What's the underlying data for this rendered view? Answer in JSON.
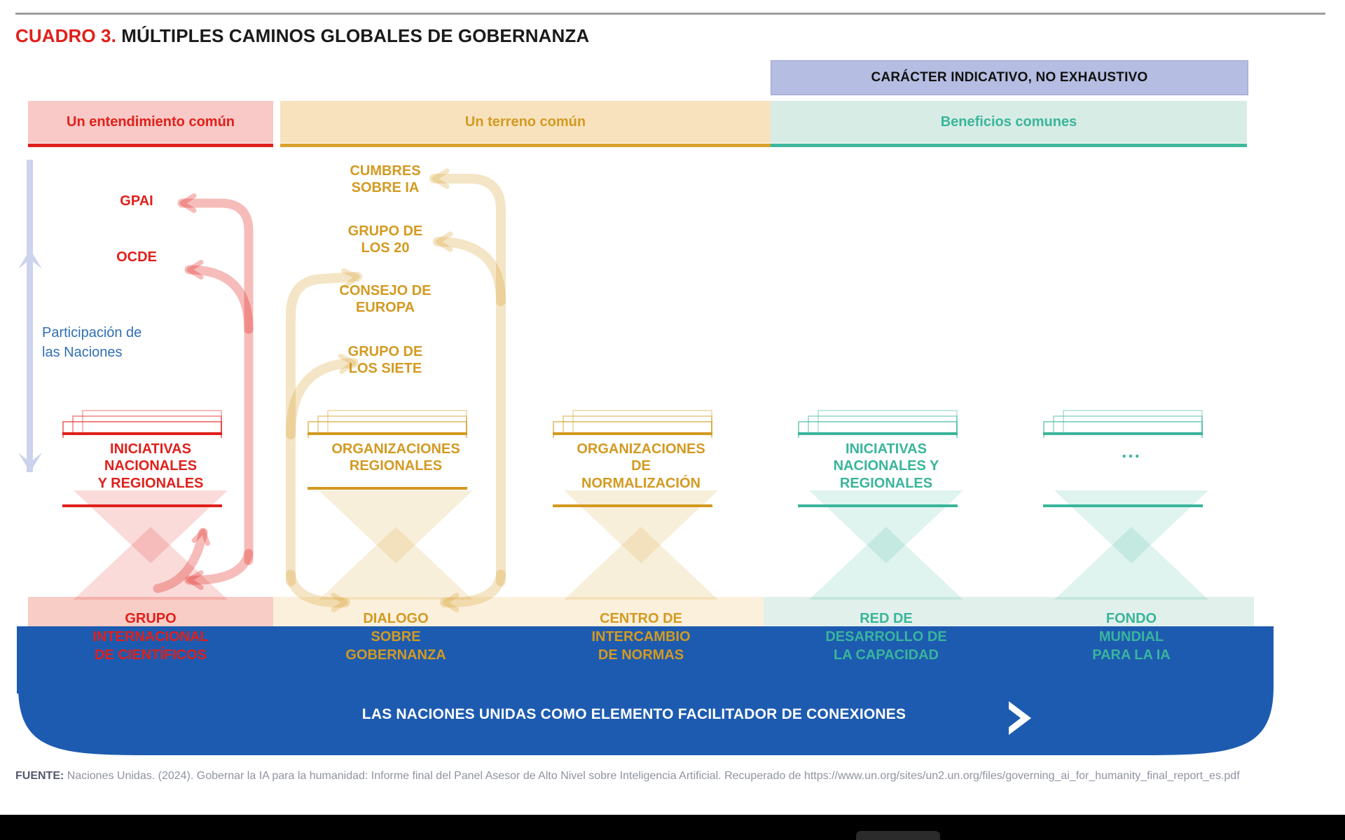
{
  "title": {
    "prefix": "CUADRO 3.",
    "rest": " MÚLTIPLES CAMINOS GLOBALES DE GOBERNANZA"
  },
  "indicative_banner": "CARÁCTER INDICATIVO, NO EXHAUSTIVO",
  "axis": {
    "label": "Participación de\nlas Naciones",
    "up_icon": "arrow-up-icon",
    "down_icon": "arrow-down-icon"
  },
  "column_headers": [
    {
      "label": "Un entendimiento común",
      "color": "#e0201b",
      "bg": "#f8c9c6"
    },
    {
      "label": "Un terreno común",
      "color": "#d39a21",
      "bg": "#f7e2bd"
    },
    {
      "label": "Beneficios comunes",
      "color": "#39b59b",
      "bg": "#d7ece5"
    }
  ],
  "columns": [
    {
      "accent": "#e0201b",
      "tint": "#f8cdc6",
      "bar": "#ed1c24",
      "items": [
        "GPAI",
        "OCDE"
      ],
      "mid_tier": "INICIATIVAS\nNACIONALES\nY REGIONALES",
      "bottom": "GRUPO\nINTERNACIONAL\nDE CIENTÍFICOS"
    },
    {
      "accent": "#d39a21",
      "tint": "#fbf0dc",
      "bar": "#d69a22",
      "items": [
        "CUMBRES\nSOBRE IA",
        "GRUPO DE\nLOS 20",
        "CONSEJO DE\nEUROPA",
        "GRUPO DE\nLOS SIETE"
      ],
      "mid_tier": "ORGANIZACIONES\nREGIONALES",
      "bottom": "DIALOGO\nSOBRE\nGOBERNANZA"
    },
    {
      "accent": "#d39a21",
      "tint": "#fbf0dc",
      "bar": "#d69a22",
      "items": [],
      "mid_tier": "ORGANIZACIONES\nDE\nNORMALIZACIÓN",
      "bottom": "CENTRO DE\nINTERCAMBIO\nDE NORMAS"
    },
    {
      "accent": "#39b59b",
      "tint": "#e2f0ec",
      "bar": "#45b79c",
      "items": [],
      "mid_tier": "INICIATIVAS\nNACIONALES Y\nREGIONALES",
      "bottom": "RED DE\nDESARROLLO DE\nLA CAPACIDAD"
    },
    {
      "accent": "#39b59b",
      "tint": "#e2f0ec",
      "bar": "#45b79c",
      "items": [],
      "mid_tier": "...",
      "bottom": "FONDO\nMUNDIAL\nPARA LA IA"
    }
  ],
  "boat": {
    "label": "LAS NACIONES UNIDAS COMO ELEMENTO FACILITADOR DE CONEXIONES",
    "chevron_icon": "chevron-right-icon",
    "color": "#1d5bb0"
  },
  "footer": {
    "source_label": "FUENTE:",
    "source_text": " Naciones Unidas. (2024). Gobernar la IA para la humanidad: Informe final del Panel Asesor de Alto Nivel sobre Inteligencia Artificial. Recuperado de https://www.un.org/sites/un2.un.org/files/governing_ai_for_humanity_final_report_es.pdf"
  }
}
